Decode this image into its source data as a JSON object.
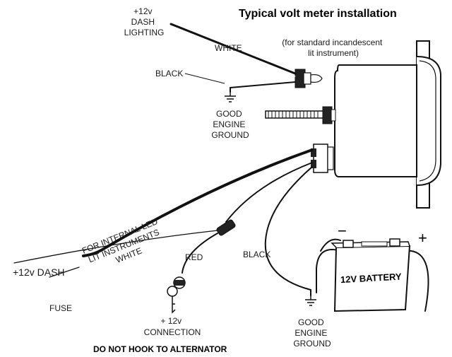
{
  "title": "Typical volt meter installation",
  "labels": {
    "dash_lighting": [
      "+12v",
      "DASH",
      "LIGHTING"
    ],
    "white_top": "WHITE",
    "incandescent_note": [
      "(for standard incandescent",
      "lit instrument)"
    ],
    "black_top": "BLACK",
    "ground_top": [
      "GOOD",
      "ENGINE",
      "GROUND"
    ],
    "internal_led": [
      "FOR INTERNAL LED",
      "LIT INSTRUMENTS",
      "WHITE"
    ],
    "red": "RED",
    "black_bottom": "BLACK",
    "dash_12v": "+12v DASH",
    "fuse": "FUSE",
    "connection_12v": [
      "+ 12v",
      "CONNECTION"
    ],
    "ground_bottom": [
      "GOOD",
      "ENGINE",
      "GROUND"
    ],
    "battery": "12V BATTERY",
    "battery_neg": "−",
    "battery_pos": "+",
    "warning": "DO NOT HOOK TO ALTERNATOR"
  },
  "colors": {
    "ink": "#111111",
    "background": "#ffffff"
  },
  "icons": [
    "ground-symbol",
    "ignition-key-icon",
    "battery-icon",
    "gauge-housing",
    "stud-bolt",
    "bulb-socket",
    "fuse-holder"
  ]
}
